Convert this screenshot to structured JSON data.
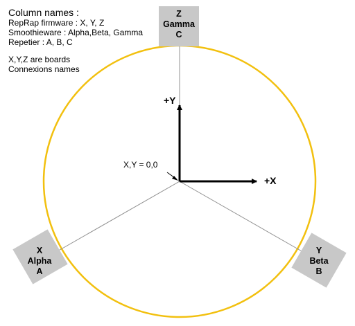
{
  "notes": {
    "heading": "Column names :",
    "lines": [
      "RepRap firmware : X, Y, Z",
      "Smoothieware : Alpha,Beta, Gamma",
      "Repetier : A, B, C"
    ],
    "board_lines": [
      "X,Y,Z are boards",
      "Connexions names"
    ]
  },
  "towers": {
    "top": {
      "board": "Z",
      "smoothie": "Gamma",
      "repetier": "C"
    },
    "left": {
      "board": "X",
      "smoothie": "Alpha",
      "repetier": "A"
    },
    "right": {
      "board": "Y",
      "smoothie": "Beta",
      "repetier": "B"
    }
  },
  "axes": {
    "y_label": "+Y",
    "x_label": "+X"
  },
  "origin_label": "X,Y = 0,0",
  "colors": {
    "bed_circle": "#f2c00f",
    "tower_box": "#c8c8c8",
    "tower_lines": "#909090",
    "axes": "#000000"
  }
}
